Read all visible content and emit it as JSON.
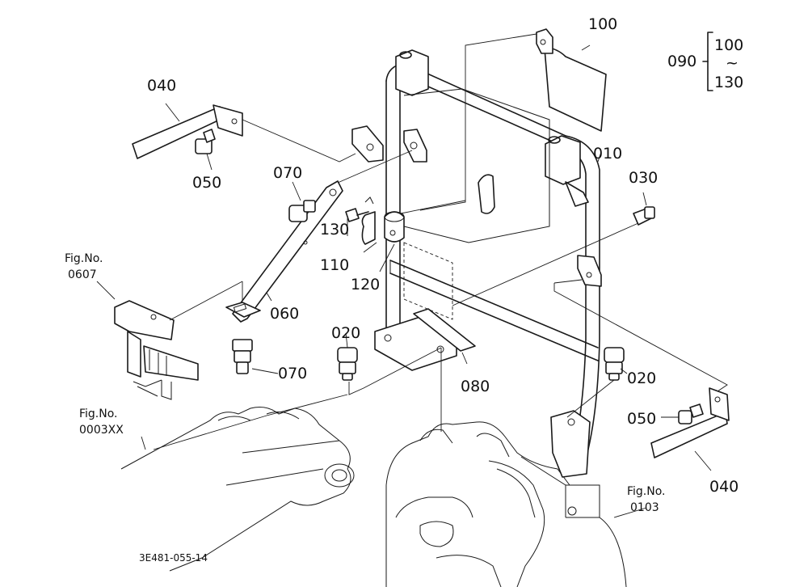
{
  "part_labels": {
    "p010": "010",
    "p020_left": "020",
    "p020_right": "020",
    "p030": "030",
    "p040_left": "040",
    "p040_right": "040",
    "p050_left": "050",
    "p050_right": "050",
    "p060": "060",
    "p070_top": "070",
    "p070_bottom": "070",
    "p080": "080",
    "p100": "100",
    "p110": "110",
    "p120": "120",
    "p130": "130"
  },
  "group_bracket": {
    "group": "090",
    "from": "100",
    "tilde": "~",
    "to": "130"
  },
  "figure_refs": [
    {
      "title": "Fig.No.",
      "number": "0607"
    },
    {
      "title": "Fig.No.",
      "number": "0003XX"
    },
    {
      "title": "Fig.No.",
      "number": "0103"
    }
  ],
  "drawing_code": "3E481-055-14"
}
